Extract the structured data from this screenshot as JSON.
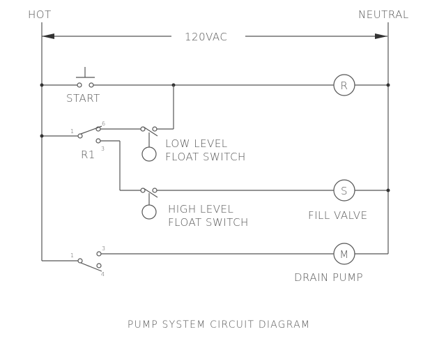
{
  "labels": {
    "hot": "HOT",
    "neutral": "NEUTRAL",
    "voltage": "120VAC",
    "start": "START",
    "relay": "R1",
    "low_float_1": "LOW LEVEL",
    "low_float_2": "FLOAT SWITCH",
    "high_float_1": "HIGH LEVEL",
    "high_float_2": "FLOAT SWITCH",
    "fill_valve": "FILL VALVE",
    "drain_pump": "DRAIN PUMP",
    "title": "PUMP SYSTEM CIRCUIT DIAGRAM"
  },
  "coils": {
    "relay": "R",
    "solenoid": "S",
    "motor": "M"
  },
  "terminals": {
    "r1_common": "1",
    "r1_no": "6",
    "r1_nc": "3",
    "r2_common": "1",
    "r2_top": "3",
    "r2_bottom": "4"
  }
}
